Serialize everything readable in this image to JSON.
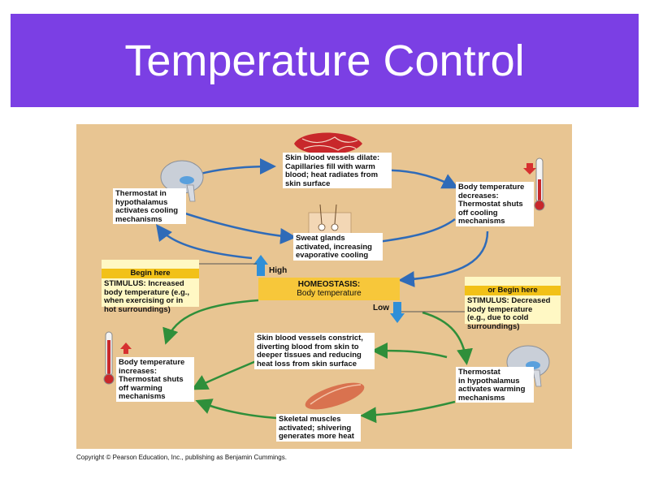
{
  "slide": {
    "title": "Temperature Control"
  },
  "diagram": {
    "top_center": "Skin blood vessels dilate:\nCapillaries fill with warm\nblood; heat radiates from\nskin surface",
    "top_left": "Thermostat in\nhypothalamus\nactivates cooling\nmechanisms",
    "top_right": "Body temperature\ndecreases:\nThermostat shuts\noff cooling\nmechanisms",
    "sweat": "Sweat glands\nactivated, increasing\nevaporative cooling",
    "begin_here_left": "Begin here",
    "stimulus_left": "STIMULUS: Increased\nbody temperature (e.g.,\nwhen exercising or in\nhot surroundings)",
    "high_label": "High",
    "homeostasis_title": "HOMEOSTASIS:",
    "homeostasis_sub": "Body temperature",
    "low_label": "Low",
    "begin_here_right": "or Begin here",
    "stimulus_right": "STIMULUS: Decreased\nbody temperature\n(e.g., due to cold\nsurroundings)",
    "constrict": "Skin blood vessels constrict,\ndiverting blood from skin to\ndeeper tissues and reducing\nheat loss from skin surface",
    "bottom_left": "Body temperature\nincreases:\nThermostat shuts\noff warming\nmechanisms",
    "bottom_right": "Thermostat\nin hypothalamus\nactivates warming\nmechanisms",
    "muscles": "Skeletal muscles\nactivated; shivering\ngenerates more heat"
  },
  "copyright": "Copyright © Pearson Education, Inc., publishing as Benjamin Cummings.",
  "colors": {
    "title_bar": "#7b3fe4",
    "figure_bg": "#e8c592",
    "cooling_arrow": "#2f6bb8",
    "warming_arrow": "#2f8f3a"
  }
}
